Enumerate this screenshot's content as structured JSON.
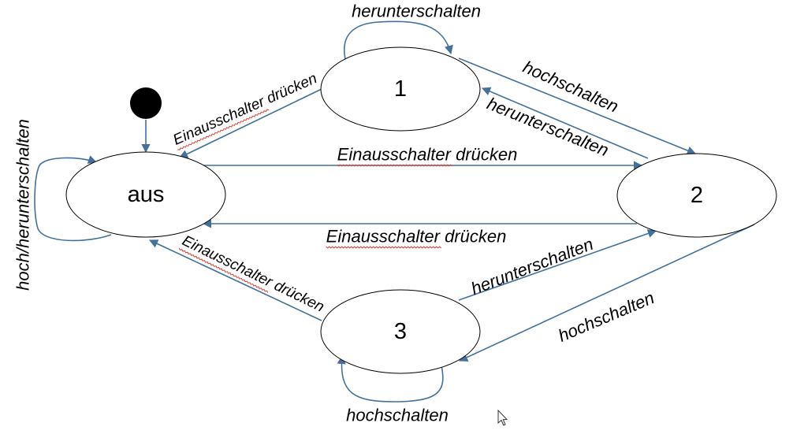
{
  "diagram": {
    "states": {
      "aus": "aus",
      "s1": "1",
      "s2": "2",
      "s3": "3"
    },
    "transitions": {
      "aus_loop": "hoch/herunterschalten",
      "s1_loop": "herunterschalten",
      "s1_to_s2": "hochschalten",
      "s2_to_s1": "herunterschalten",
      "s1_to_aus": "Einausschalter drücken",
      "aus_to_s2": "Einausschalter drücken",
      "s2_to_aus": "Einausschalter drücken",
      "s3_to_aus": "Einausschalter drücken",
      "s3_to_s2": "herunterschalten",
      "s2_to_s3": "hochschalten",
      "s3_loop": "hochschalten"
    }
  },
  "colors": {
    "edge": "#41719C",
    "state_outline": "#000000",
    "spellcheck_underline": "#E03C31"
  },
  "icons": {
    "initial_state": "filled-circle",
    "cursor": "mouse-pointer-icon"
  }
}
